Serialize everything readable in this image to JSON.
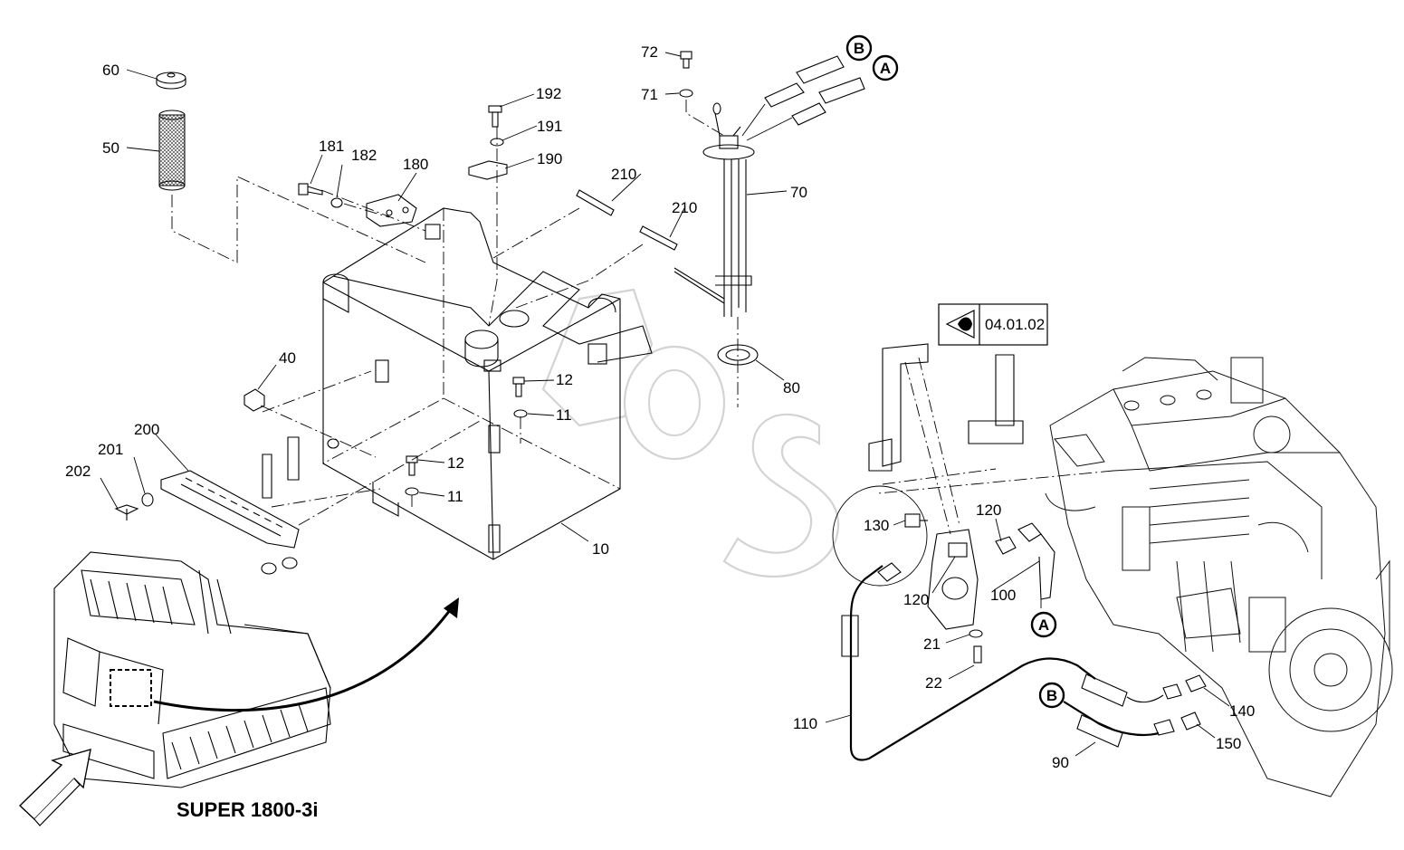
{
  "diagram": {
    "model_label": "SUPER 1800-3i",
    "view_reference": "04.01.02",
    "callouts": [
      "A",
      "B"
    ],
    "part_numbers": {
      "p60": "60",
      "p50": "50",
      "p181": "181",
      "p182": "182",
      "p180": "180",
      "p192": "192",
      "p191": "191",
      "p190": "190",
      "p210a": "210",
      "p210b": "210",
      "p72": "72",
      "p71": "71",
      "p70": "70",
      "p80": "80",
      "p40": "40",
      "p200": "200",
      "p201": "201",
      "p202": "202",
      "p12a": "12",
      "p11a": "11",
      "p12b": "12",
      "p11b": "11",
      "p10": "10",
      "p130": "130",
      "p120a": "120",
      "p120b": "120",
      "p100": "100",
      "p21": "21",
      "p22": "22",
      "p110": "110",
      "p140": "140",
      "p150": "150",
      "p90": "90"
    },
    "icons": [
      "eye-view-icon",
      "orientation-arrow-icon",
      "direction-arrow-icon"
    ]
  }
}
